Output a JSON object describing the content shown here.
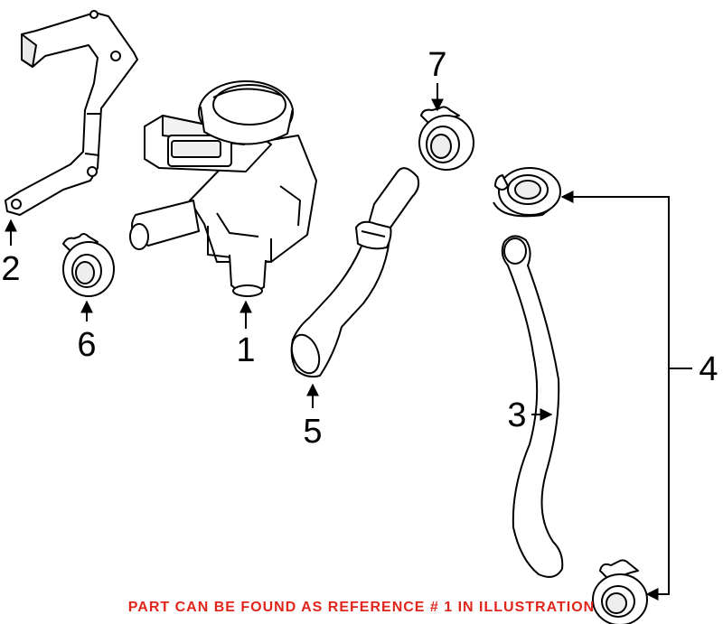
{
  "callouts": {
    "c1": "1",
    "c2": "2",
    "c3": "3",
    "c4": "4",
    "c5": "5",
    "c6": "6",
    "c7": "7"
  },
  "note": "PART CAN BE FOUND AS REFERENCE # 1 IN ILLUSTRATION",
  "colors": {
    "note": "#e0251b",
    "line": "#000000"
  }
}
